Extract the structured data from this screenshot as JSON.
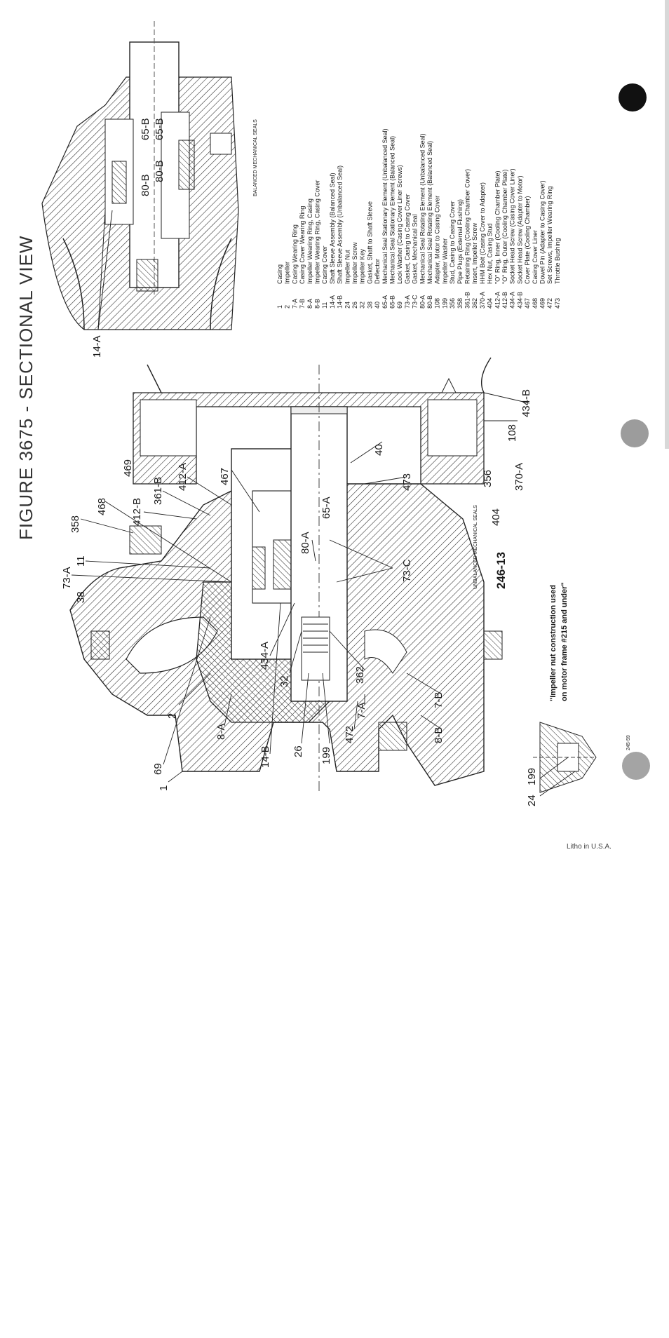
{
  "figure": {
    "title": "FIGURE 3675 - SECTIONAL VIEW",
    "model_label": "246-13",
    "footnote_line1": "\"Impeller nut construction used",
    "footnote_line2": "on motor frame #215 and under\"",
    "drawing_code": "245-59",
    "printer_note": "Litho in U.S.A."
  },
  "insets": {
    "balanced_seals": "BALANCED MECHANICAL SEALS",
    "unbalanced_seals": "UNBALANCED MECHANICAL SEALS"
  },
  "callouts": {
    "main": [
      "73-A",
      "11",
      "38",
      "358",
      "468",
      "412-B",
      "361-B",
      "412-A",
      "469",
      "467",
      "65-A",
      "80-A",
      "73-C",
      "473",
      "40",
      "404",
      "356",
      "370-A",
      "108",
      "434-B",
      "434-A",
      "32",
      "362",
      "2",
      "8-A",
      "69",
      "1",
      "14-B",
      "26",
      "199",
      "472",
      "7-A",
      "7-B",
      "8-B"
    ],
    "inset_top": [
      "65-B",
      "80-B",
      "14-A"
    ],
    "inset_bottom": [
      "199",
      "24"
    ]
  },
  "parts_list": [
    {
      "no": "1",
      "name": "Casing"
    },
    {
      "no": "2",
      "name": "Impeller"
    },
    {
      "no": "7-A",
      "name": "Casing Wearing Ring"
    },
    {
      "no": "7-B",
      "name": "Casing Cover Wearing Ring"
    },
    {
      "no": "8-A",
      "name": "Impeller Wearing Ring, Casing"
    },
    {
      "no": "8-B",
      "name": "Impeller Wearing Ring, Casing Cover"
    },
    {
      "no": "11",
      "name": "Casing Cover"
    },
    {
      "no": "14-A",
      "name": "Shaft Sleeve Assembly (Balanced Seal)"
    },
    {
      "no": "14-B",
      "name": "Shaft Sleeve Assembly (Unbalanced Seal)"
    },
    {
      "no": "24",
      "name": "Impeller Nut"
    },
    {
      "no": "26",
      "name": "Impeller Screw"
    },
    {
      "no": "32",
      "name": "Impeller Key"
    },
    {
      "no": "38",
      "name": "Gasket, Shaft to Shaft Sleeve"
    },
    {
      "no": "40",
      "name": "Deflector"
    },
    {
      "no": "65-A",
      "name": "Mechanical Seal Stationary Element (Unbalanced Seal)"
    },
    {
      "no": "65-B",
      "name": "Mechanical Seal Stationary Element (Balanced Seal)"
    },
    {
      "no": "69",
      "name": "Lock Washer (Casing Cover Liner Screws)"
    },
    {
      "no": "73-A",
      "name": "Gasket, Casing to Casing Cover"
    },
    {
      "no": "73-C",
      "name": "Gasket, Mechanical Seal"
    },
    {
      "no": "80-A",
      "name": "Mechanical Seal Rotating Element (Unbalanced Seal)"
    },
    {
      "no": "80-B",
      "name": "Mechanical Seal Rotating Element (Balanced Seal)"
    },
    {
      "no": "108",
      "name": "Adapter, Motor to Casing Cover"
    },
    {
      "no": "199",
      "name": "Impeller Washer"
    },
    {
      "no": "356",
      "name": "Stud, Casing to Casing Cover"
    },
    {
      "no": "358",
      "name": "Pipe Plugs (External Flushing)"
    },
    {
      "no": "361-B",
      "name": "Retaining Ring (Cooling Chamber Cover)"
    },
    {
      "no": "362",
      "name": "Insert, Impeller Screw"
    },
    {
      "no": "370-A",
      "name": "HHM Bolt (Casing Cover to Adapter)"
    },
    {
      "no": "404",
      "name": "Hex Nut, Casing Stud"
    },
    {
      "no": "412-A",
      "name": "\"O\" Ring, Inner (Cooling Chamber Plate)"
    },
    {
      "no": "412-B",
      "name": "\"O\" Ring, Outer (Cooling Chamber Plate)"
    },
    {
      "no": "434-A",
      "name": "Socket Head Screw (Casing Cover Liner)"
    },
    {
      "no": "434-B",
      "name": "Socket Head Screw (Adapter to Motor)"
    },
    {
      "no": "467",
      "name": "Cover Plate (Cooling Chamber)"
    },
    {
      "no": "468",
      "name": "Casing Cover Liner"
    },
    {
      "no": "469",
      "name": "Dowel Pin (Adapter to Casing Cover)"
    },
    {
      "no": "472",
      "name": "Set Screws, Impeller Wearing Ring"
    },
    {
      "no": "473",
      "name": "Throttle Bushing"
    }
  ]
}
